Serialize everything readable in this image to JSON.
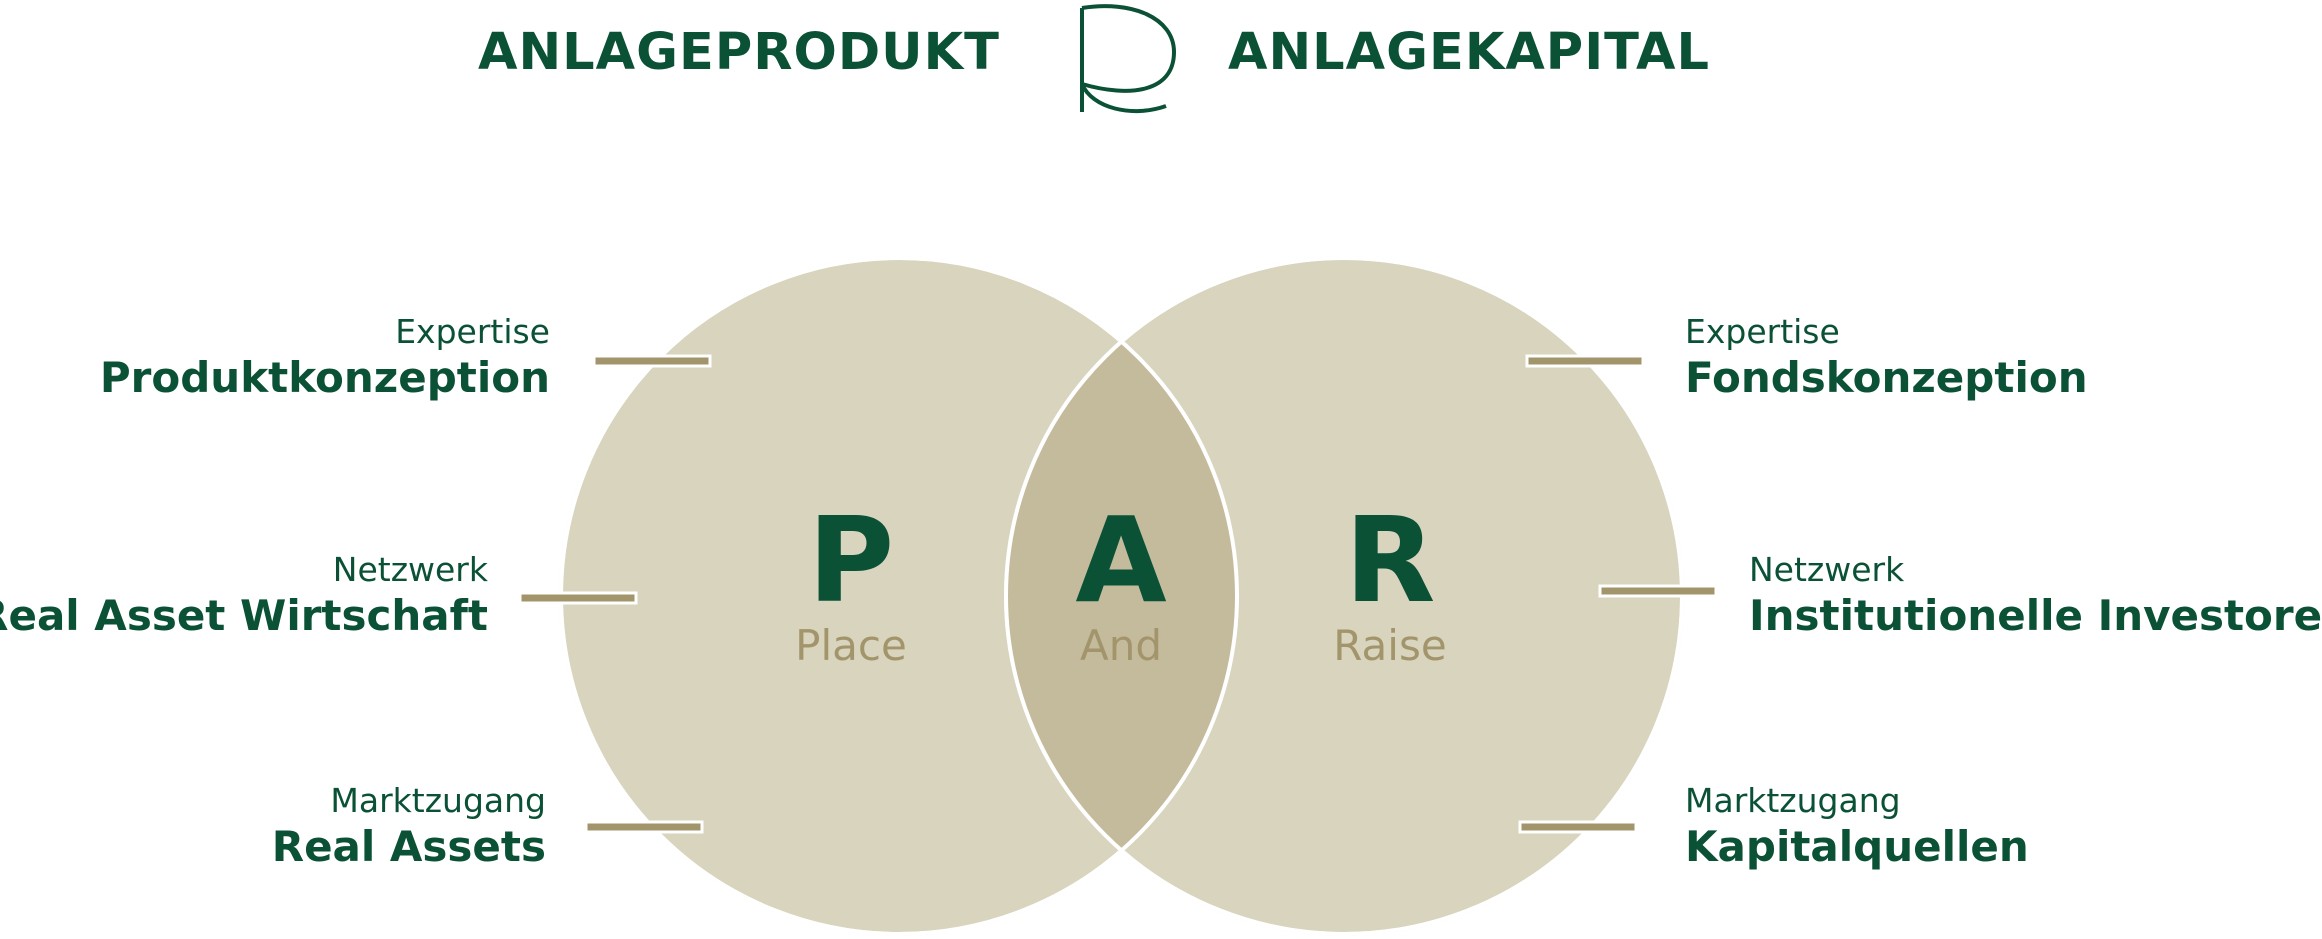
{
  "header": {
    "left_title": "ANLAGEPRODUKT",
    "right_title": "ANLAGEKAPITAL"
  },
  "colors": {
    "brand_green": "#0b5136",
    "circle_fill": "#d8d4bd",
    "overlap_fill": "#c4bb9d",
    "accent_gold": "#a3956b"
  },
  "icons": [
    "logo-mark"
  ],
  "venn": {
    "left": {
      "letter": "P",
      "word": "Place"
    },
    "middle": {
      "letter": "A",
      "word": "And"
    },
    "right": {
      "letter": "R",
      "word": "Raise"
    }
  },
  "left_labels": [
    {
      "category": "Expertise",
      "title": "Produktkonzeption"
    },
    {
      "category": "Netzwerk",
      "title": "Real Asset Wirtschaft"
    },
    {
      "category": "Marktzugang",
      "title": "Real Assets"
    }
  ],
  "right_labels": [
    {
      "category": "Expertise",
      "title": "Fondskonzeption"
    },
    {
      "category": "Netzwerk",
      "title": "Institutionelle Investoren"
    },
    {
      "category": "Marktzugang",
      "title": "Kapitalquellen"
    }
  ]
}
